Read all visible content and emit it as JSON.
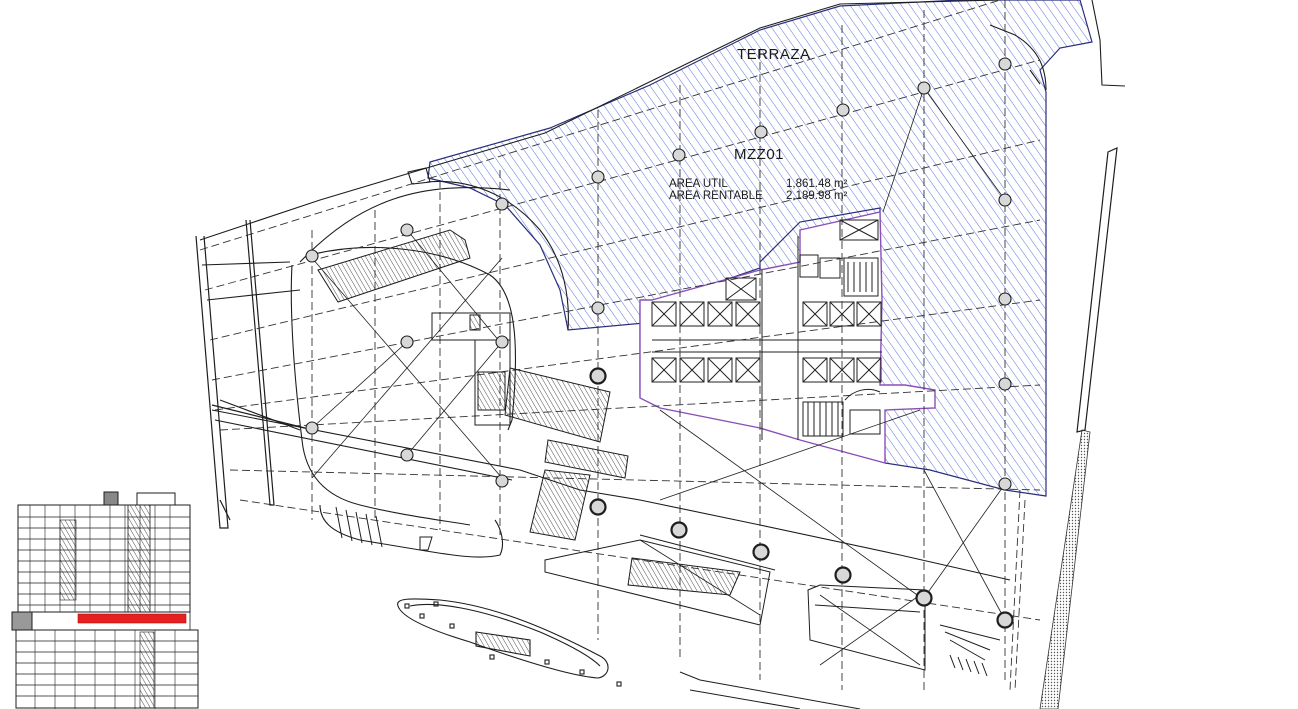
{
  "plan": {
    "terrace_label": "TERRAZA",
    "floor_code": "MZZ01",
    "area_util_label": "AREA UTIL",
    "area_util_value": "1,861.48 m²",
    "area_rentable_label": "AREA RENTABLE",
    "area_rentable_value": "2,189.98 m²"
  },
  "colors": {
    "hatch": "#4a62d8",
    "outline": "#2a2f7a",
    "line": "#1e1e1e",
    "core_outline": "#8a4fb8",
    "highlight_level": "#e62020"
  },
  "key_plan": {
    "highlighted_level": "MZZ01"
  }
}
